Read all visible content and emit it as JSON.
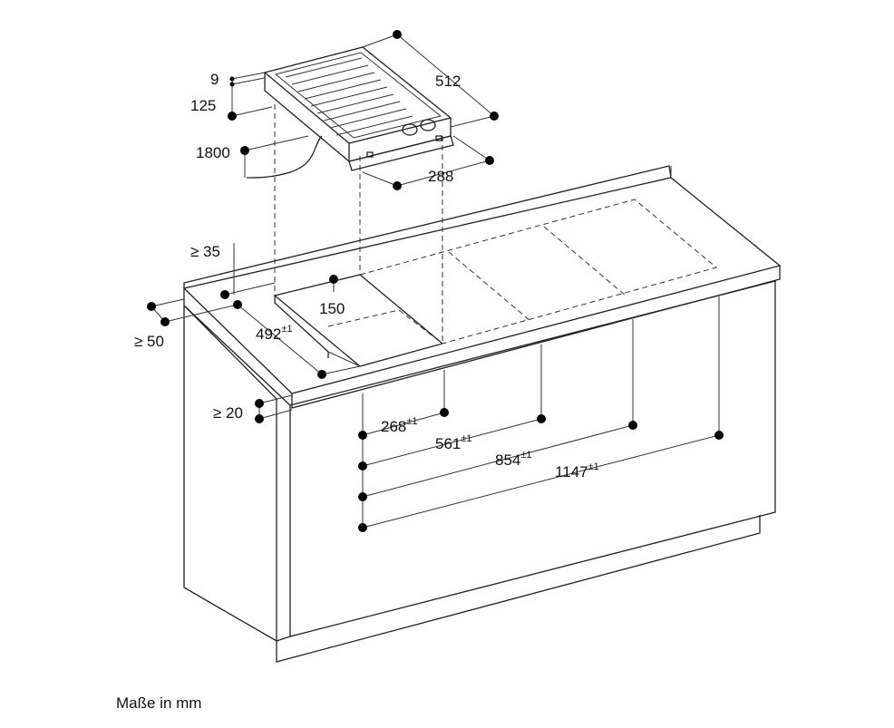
{
  "unit_note": "Maße in mm",
  "appliance": {
    "dims": {
      "edge_thickness": "9",
      "height": "125",
      "cable_length": "1800",
      "width": "512",
      "depth": "288"
    }
  },
  "cutout": {
    "min_rear_wall_gap": "≥ 35",
    "min_side_gap": "≥ 50",
    "min_front_gap": "≥ 20",
    "cutout_width": "150",
    "cutout_depth": {
      "value": "492",
      "tol": "±1"
    }
  },
  "combination_positions": [
    {
      "value": "268",
      "tol": "±1"
    },
    {
      "value": "561",
      "tol": "±1"
    },
    {
      "value": "854",
      "tol": "±1"
    },
    {
      "value": "1147",
      "tol": "±1"
    }
  ]
}
